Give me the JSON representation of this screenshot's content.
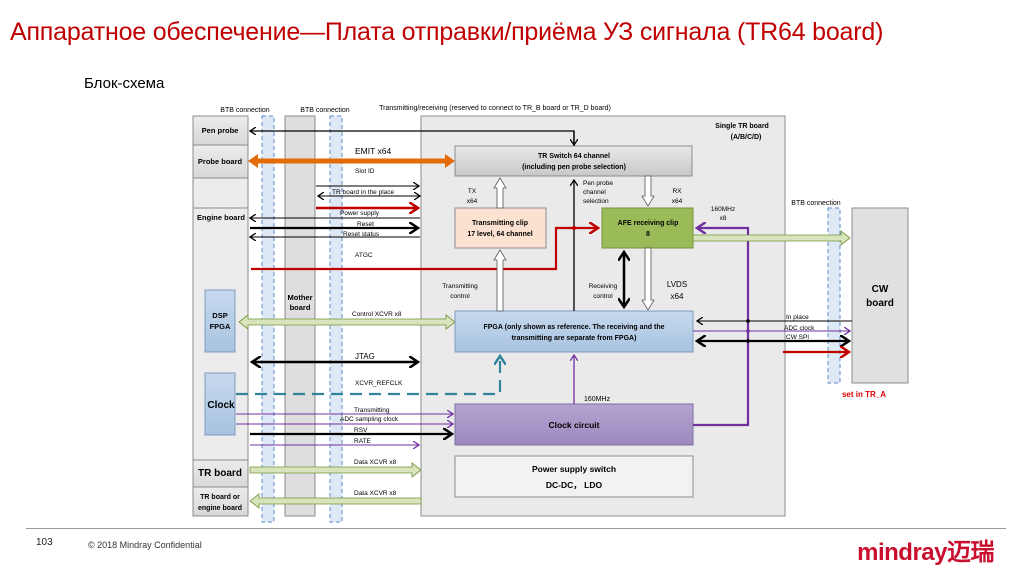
{
  "slide": {
    "title": "Аппаратное обеспечение—Плата отправки/приёма УЗ сигнала (TR64 board)",
    "subtitle": "Блок-схема",
    "page_number": "103",
    "copyright": "© 2018  Mindray Confidential",
    "logo": "mindray迈瑞"
  },
  "colors": {
    "title": "#c00000",
    "orange_arrow": "#e36c09",
    "red_line": "#c00000",
    "purple_line": "#7030a0",
    "green_arrow": "#d7e4bc",
    "teal_dashed": "#31849b",
    "afe_fill": "#9bbb59",
    "fpga_fill": "#b9cde5",
    "clock_fill": "#a795c5",
    "tx_clip_fill": "#fbe1cf"
  },
  "diagram": {
    "headers": {
      "btb1": "BTB connection",
      "btb2": "BTB connection",
      "tr_reserved": "Transmitting/receiving (reserved to connect to TR_B board or TR_D board)",
      "btb3": "BTB connection"
    },
    "left_boards": {
      "pen_probe": "Pen probe",
      "probe_board": "Probe board",
      "engine_board": "Engine board",
      "dsp_fpga_line1": "DSP",
      "dsp_fpga_line2": "FPGA",
      "clock": "Clock",
      "tr_board": "TR board",
      "tr_or_engine_line1": "TR board or",
      "tr_or_engine_line2": "engine board"
    },
    "mother_board_line1": "Mother",
    "mother_board_line2": "board",
    "single_tr_line1": "Single TR board",
    "single_tr_line2": "(A/B/C/D)",
    "blocks": {
      "tr_switch_line1": "TR Switch 64 channel",
      "tr_switch_line2": "(including pen probe selection)",
      "tx_clip_line1": "Transmitting clip",
      "tx_clip_line2": "17 level, 64 channel",
      "afe_line1": "AFE receiving clip",
      "afe_line2": "8",
      "fpga_line1": "FPGA (only shown as reference. The receiving and the",
      "fpga_line2": "transmitting are separate from FPGA)",
      "clock_circuit": "Clock circuit",
      "power_line1": "Power supply switch",
      "power_line2": "DC-DC， LDO",
      "cw_line1": "CW",
      "cw_line2": "board"
    },
    "signals": {
      "emit": "EMIT x64",
      "slot_id": "Slot ID",
      "tr_in_place": "TR board in the place",
      "power_supply": "Power supply",
      "reset": "Reset",
      "reset_status": "Reset status",
      "atgc": "ATGC",
      "control_xcvr": "Control  XCVR x8",
      "jtag": "JTAG",
      "xcvr_refclk": "XCVR_REFCLK",
      "transmitting": "Transmitting",
      "adc_sampling": "ADC sampling clock",
      "rsv": "RSV",
      "rate": "RATE",
      "data_xcvr_1": "Data  XCVR x8",
      "data_xcvr_2": "Data  XCVR x8",
      "tx_x64_line1": "TX",
      "tx_x64_line2": "x64",
      "rx_x64_line1": "RX",
      "rx_x64_line2": "x64",
      "pen_sel_line1": "Pen probe",
      "pen_sel_line2": "channel",
      "pen_sel_line3": "selection",
      "mhz_x8_line1": "160MHz",
      "mhz_x8_line2": "x8",
      "tx_control_line1": "Transmitting",
      "tx_control_line2": "control",
      "rx_control_line1": "Receiving",
      "rx_control_line2": "control",
      "lvds_line1": "LVDS",
      "lvds_line2": "x64",
      "mhz_160": "160MHz",
      "in_place": "In place",
      "adc_clock": "ADC clock",
      "cw_spi": "CW  SPI",
      "set_in_tr_a": "set in TR_A"
    }
  }
}
